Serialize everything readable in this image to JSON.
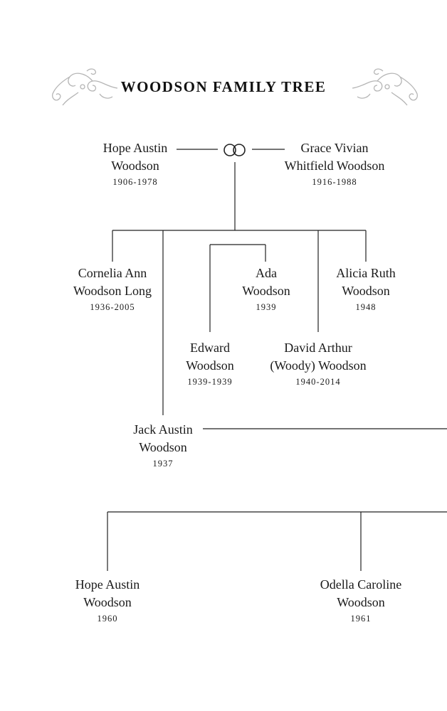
{
  "title": "WOODSON FAMILY TREE",
  "people": {
    "hope_sr": {
      "line1": "Hope Austin",
      "line2": "Woodson",
      "dates": "1906-1978"
    },
    "grace": {
      "line1": "Grace Vivian",
      "line2": "Whitfield Woodson",
      "dates": "1916-1988"
    },
    "cornelia": {
      "line1": "Cornelia Ann",
      "line2": "Woodson Long",
      "dates": "1936-2005"
    },
    "ada": {
      "line1": "Ada",
      "line2": "Woodson",
      "dates": "1939"
    },
    "alicia": {
      "line1": "Alicia Ruth",
      "line2": "Woodson",
      "dates": "1948"
    },
    "edward": {
      "line1": "Edward",
      "line2": "Woodson",
      "dates": "1939-1939"
    },
    "david": {
      "line1": "David Arthur",
      "line2": "(Woody) Woodson",
      "dates": "1940-2014"
    },
    "jack": {
      "line1": "Jack Austin",
      "line2": "Woodson",
      "dates": "1937"
    },
    "hope_jr": {
      "line1": "Hope Austin",
      "line2": "Woodson",
      "dates": "1960"
    },
    "odella": {
      "line1": "Odella Caroline",
      "line2": "Woodson",
      "dates": "1961"
    }
  },
  "icons": {
    "marriage": "wedding-rings-icon",
    "ornament": "flourish-ornament"
  }
}
